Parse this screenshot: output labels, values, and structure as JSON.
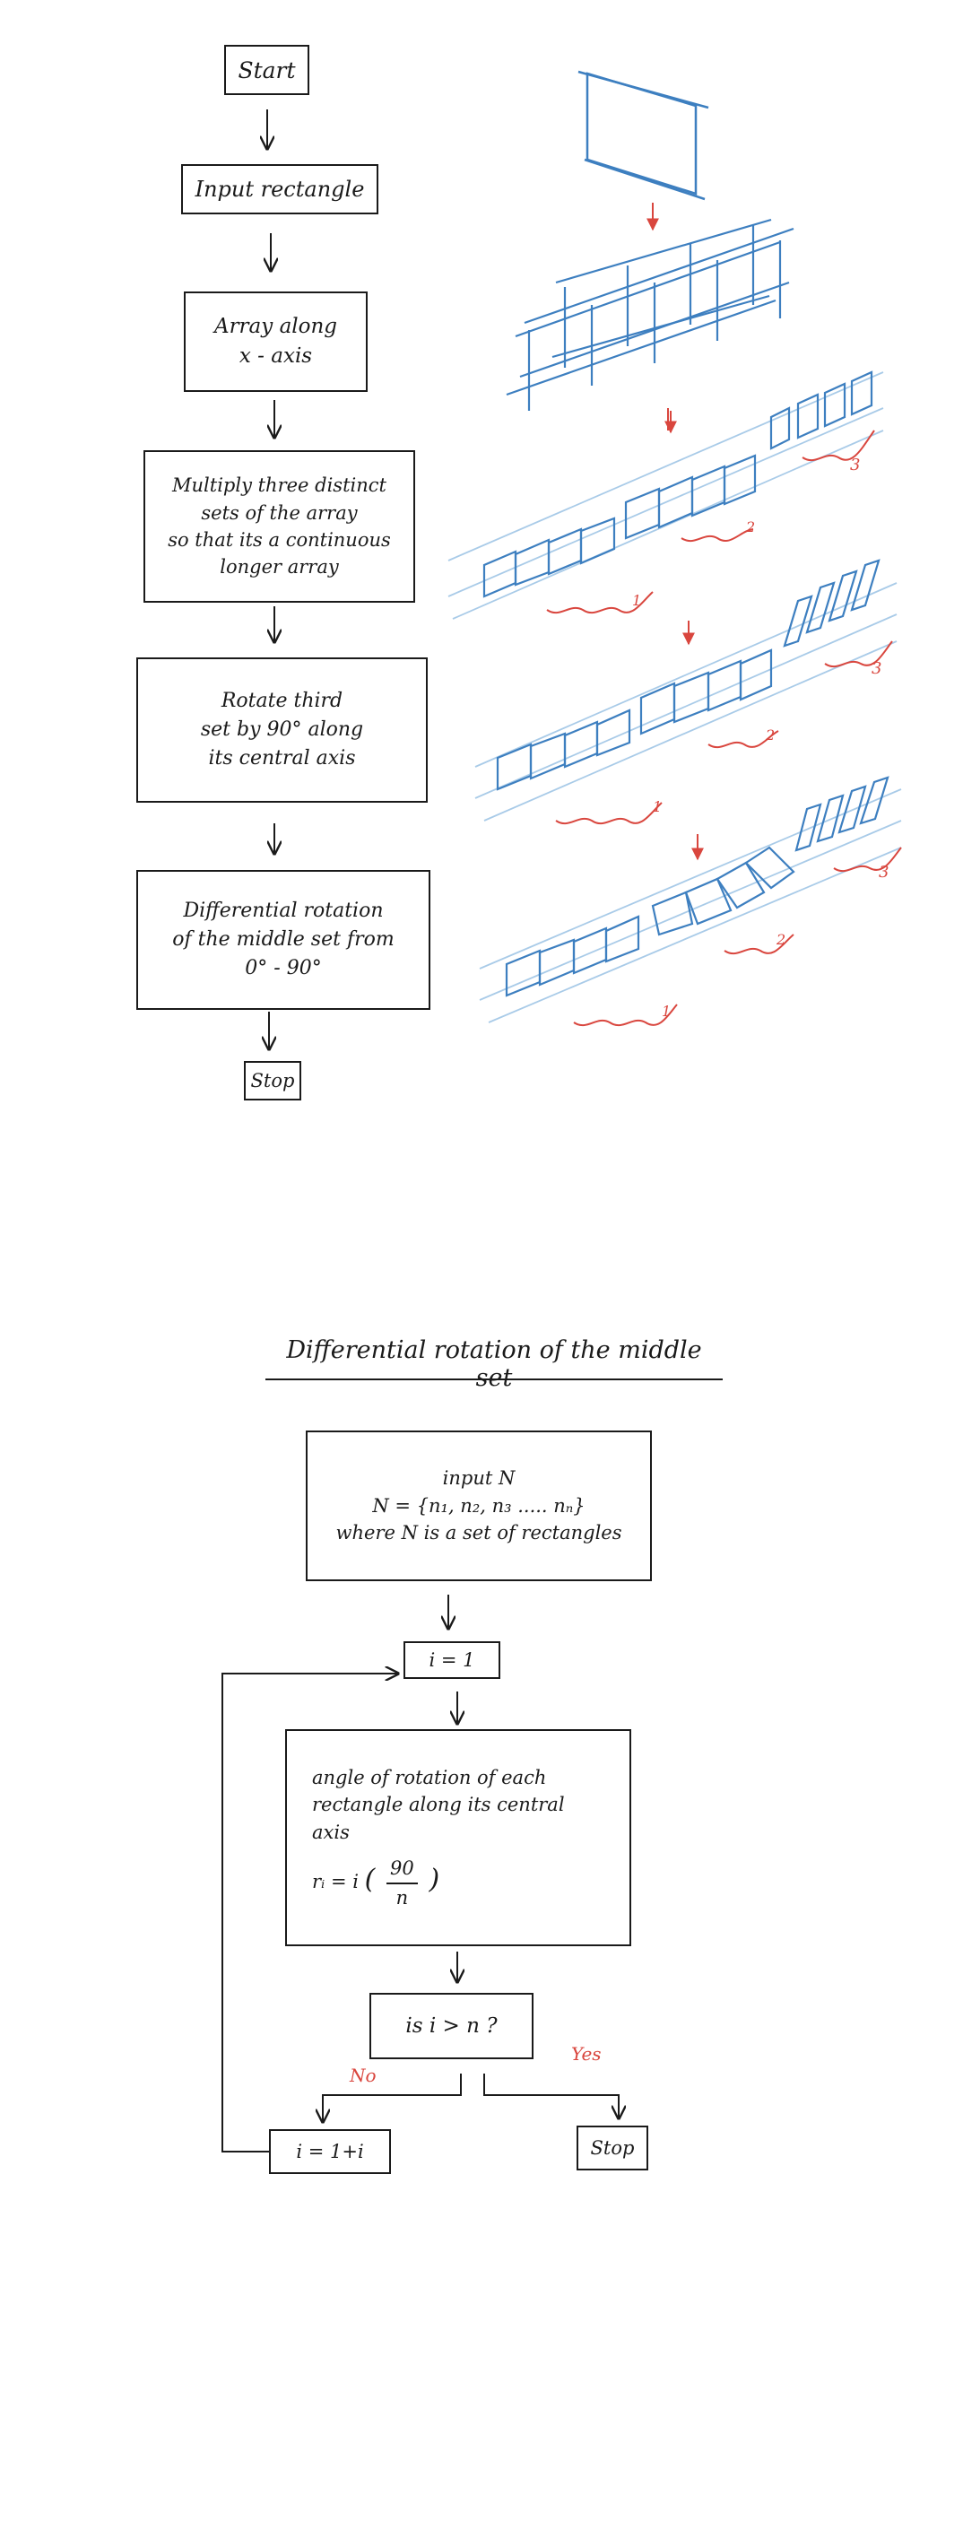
{
  "flow1": {
    "start": "Start",
    "input_rect": "Input rectangle",
    "array": [
      "Array along",
      "x - axis"
    ],
    "multiply": [
      "Multiply three distinct",
      "sets of the array",
      "so that its a continuous",
      "longer array"
    ],
    "rotate": [
      "Rotate third",
      "set by 90° along",
      "its central axis"
    ],
    "differential": [
      "Differential rotation",
      "of the middle set from",
      "0° - 90°"
    ],
    "stop": "Stop"
  },
  "sketch_labels": {
    "set1": "1",
    "set2": "2",
    "set3": "3"
  },
  "flow2": {
    "title": "Differential rotation of the middle set",
    "input": [
      "input N",
      "N = {n₁, n₂, n₃ ..... nₙ}",
      "where N is a set of rectangles"
    ],
    "init": "i = 1",
    "angle": [
      "angle of rotation of each",
      "rectangle along its central",
      "axis"
    ],
    "formula_lhs": "rᵢ  =  i",
    "formula_num": "90",
    "formula_den": "n",
    "decision": "is  i > n  ?",
    "no": "No",
    "yes": "Yes",
    "increment": "i = 1+i",
    "stop": "Stop"
  },
  "colors": {
    "ink": "#1a1a1a",
    "sketch_blue": "#3d7fc0",
    "guide_blue": "#a9cbe8",
    "accent_red": "#d9463e"
  }
}
